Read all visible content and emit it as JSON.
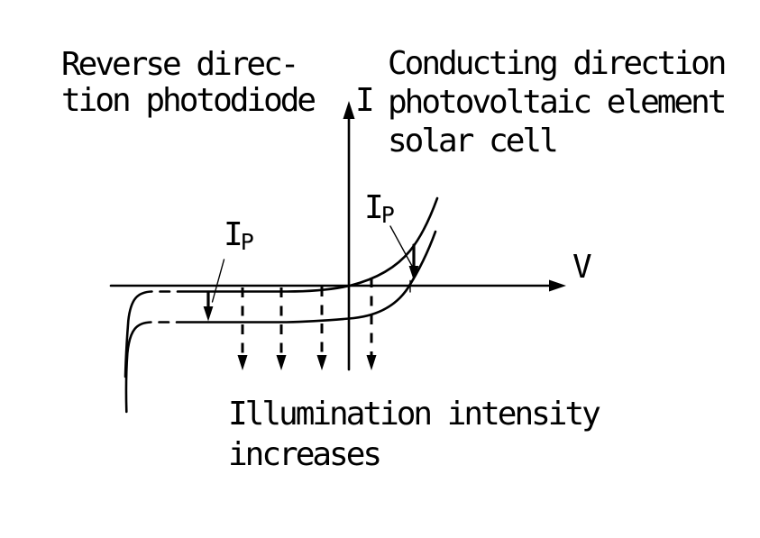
{
  "colors": {
    "background": "#ffffff",
    "ink": "#000000"
  },
  "annotations": {
    "top_left": [
      "Reverse direc-",
      "tion photodiode"
    ],
    "top_right": [
      "Conducting direction",
      "photovoltaic element",
      "solar cell"
    ],
    "bottom": [
      "Illumination intensity",
      "increases"
    ]
  },
  "axes": {
    "vertical_label": "I",
    "horizontal_label": "V"
  },
  "photocurrent_labels": {
    "left": {
      "main": "I",
      "sub": "P"
    },
    "right": {
      "main": "I",
      "sub": "P"
    }
  },
  "diagram": {
    "type": "line",
    "x_axis": "V",
    "y_axis": "I",
    "curves": [
      {
        "name": "upper-characteristic",
        "passes_through_origin": true,
        "features": [
          "reverse breakdown at far left",
          "exponential forward rise at right",
          "dash-dot break in flat reverse region"
        ]
      },
      {
        "name": "lower-characteristic",
        "shifted_down_by": "IP",
        "features": [
          "reverse breakdown at far left",
          "exponential forward rise at right",
          "dash-dot break in flat reverse region"
        ]
      }
    ],
    "shift_arrows": 2,
    "dashed_down_arrows": 4
  }
}
